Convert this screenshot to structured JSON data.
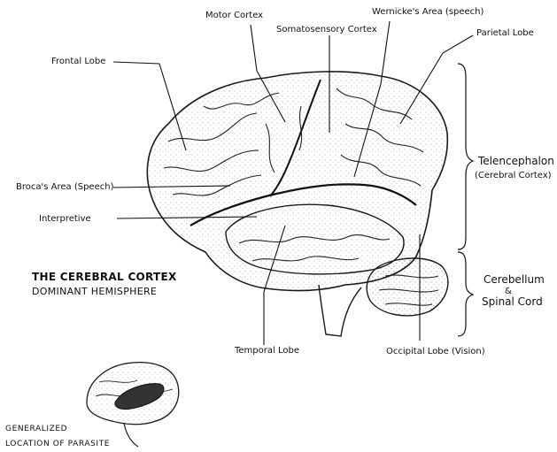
{
  "labels": {
    "motor_cortex": "Motor Cortex",
    "wernickes_area": "Wernicke's Area (speech)",
    "somatosensory_cortex": "Somatosensory Cortex",
    "parietal_lobe": "Parietal Lobe",
    "frontal_lobe": "Frontal Lobe",
    "telencephalon": "Telencephalon",
    "cerebral_cortex_paren": "(Cerebral Cortex)",
    "brocas_area": "Broca's Area (Speech)",
    "interpretive": "Interpretive",
    "cerebellum": "Cerebellum",
    "ampersand": "&",
    "spinal_cord": "Spinal Cord",
    "temporal_lobe": "Temporal Lobe",
    "occipital_lobe": "Occipital Lobe (Vision)"
  },
  "title": {
    "line1": "THE CEREBRAL CORTEX",
    "line2": "DOMINANT HEMISPHERE"
  },
  "inset": {
    "line1": "GENERALIZED",
    "line2": "LOCATION OF PARASITE"
  }
}
